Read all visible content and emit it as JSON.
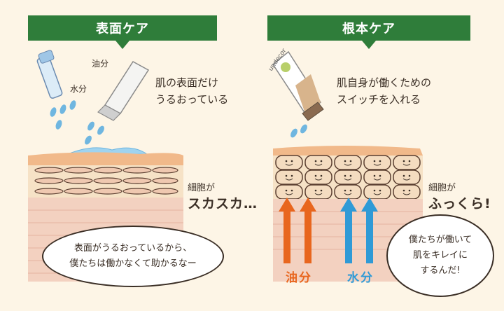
{
  "left": {
    "banner": "表面ケア",
    "caption_line1": "肌の表面だけ",
    "caption_line2": "うるおっている",
    "oil_label": "油分",
    "water_label": "水分",
    "side_line1": "細胞が",
    "side_line2": "スカスカ…",
    "bubble_line1": "表面がうるおっているから、",
    "bubble_line2": "僕たちは働かなくて助かるなー"
  },
  "right": {
    "banner": "根本ケア",
    "caption_line1": "肌自身が働くための",
    "caption_line2": "スイッチを入れる",
    "product_brand": "undecor",
    "side_line1": "細胞が",
    "side_line2": "ふっくら!",
    "bubble_line1": "僕たちが働いて",
    "bubble_line2": "肌をキレイに",
    "bubble_line3": "するんだ!",
    "arrow_oil_label": "油分",
    "arrow_water_label": "水分"
  },
  "colors": {
    "banner_green": "#2f7d3a",
    "oil_orange": "#e8661e",
    "water_blue": "#2f9ad6",
    "cell_fill": "#f4dcc0",
    "flat_cell_fill": "#efc8b0",
    "background": "#fdf5e6"
  }
}
